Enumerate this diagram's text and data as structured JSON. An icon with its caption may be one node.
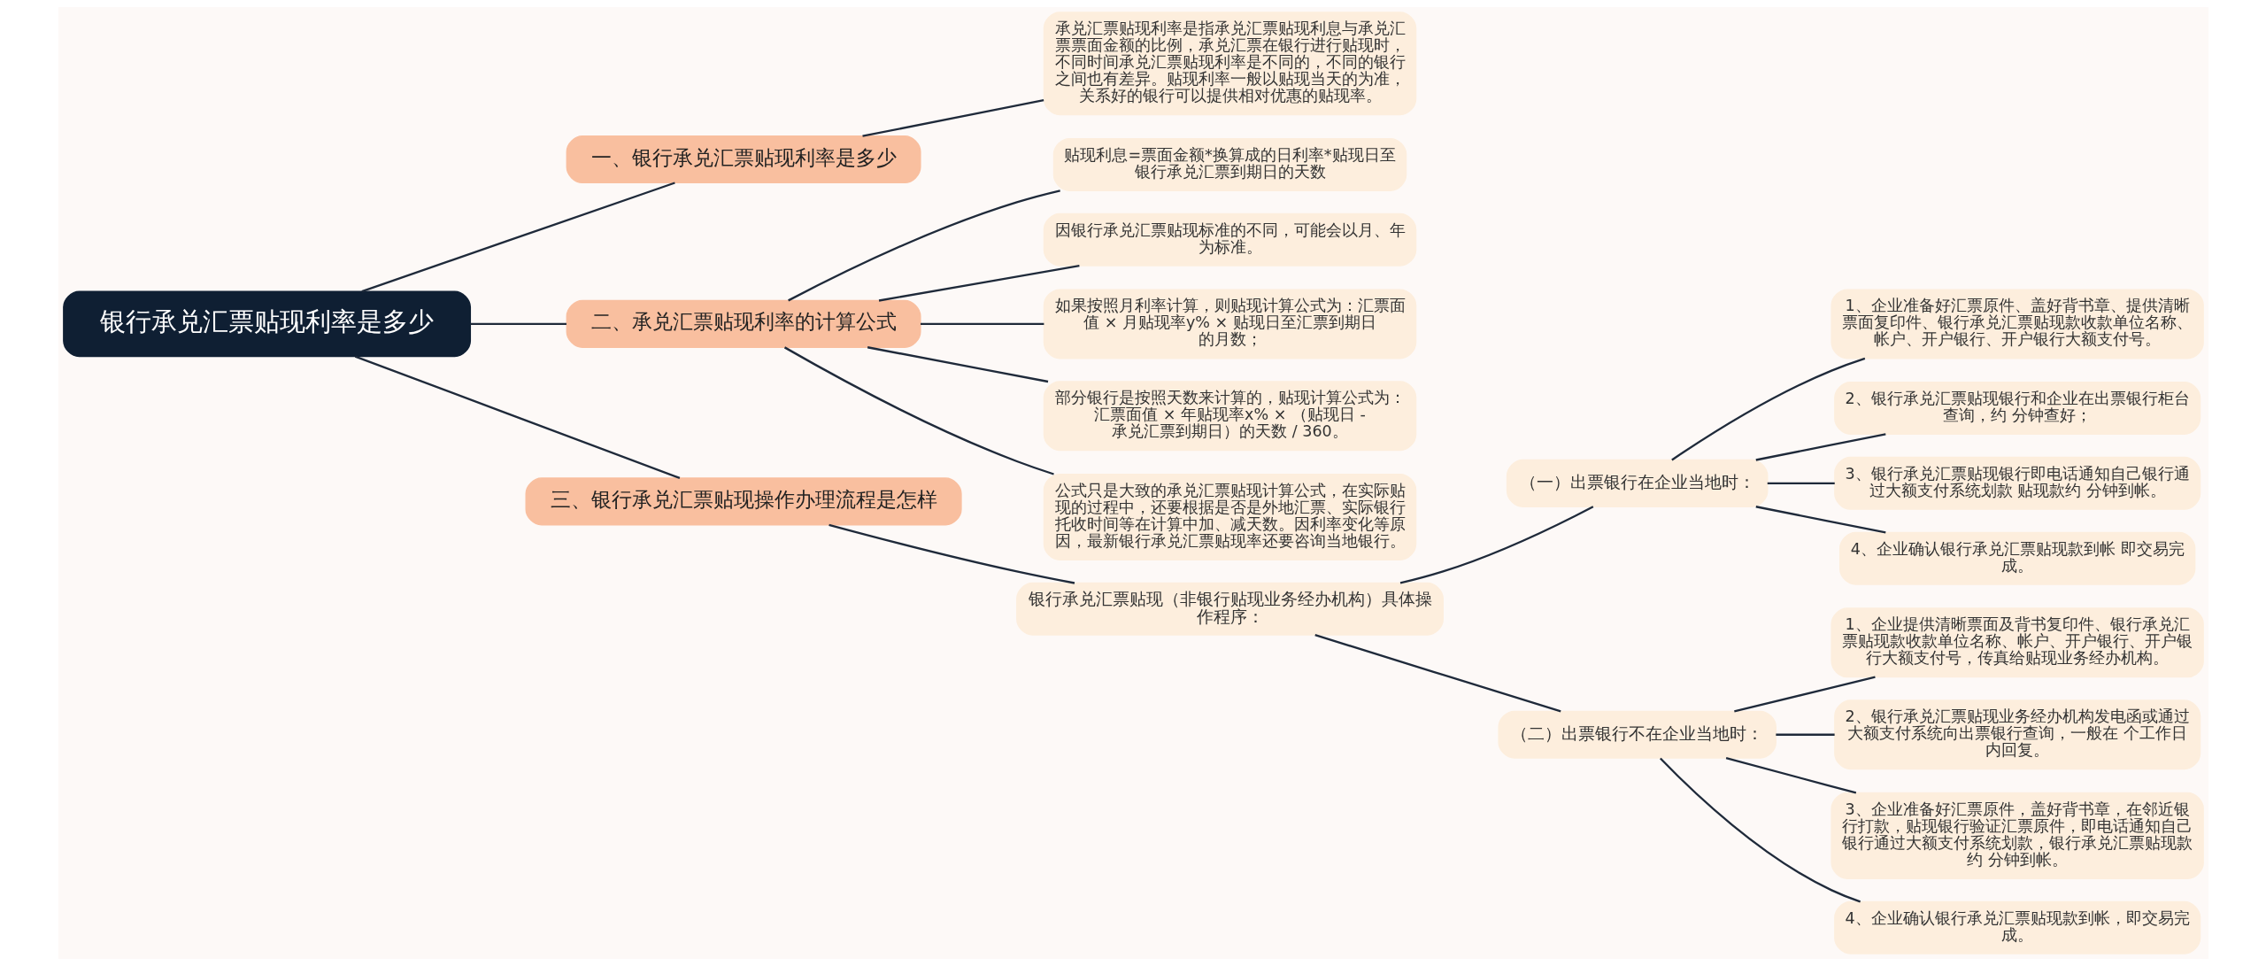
{
  "diagram": {
    "nodes": [
      {
        "text": [
          "银行承兑汇票贴现利率是多少"
        ]
      },
      {
        "text": [
          "一、银行承兑汇票贴现利率是多少"
        ]
      },
      {
        "text": [
          "承兑汇票贴现利率是指承兑汇票贴现利息与承兑汇票票面金额的比例，承兑汇票在银行进行贴现时，不同时间承兑汇票贴现利率是不同的，不同的银行之间也有差异。贴现利率一般以贴现当天的为准，关系好的银行可以提供相对优惠的贴现率。"
        ]
      },
      {
        "text": [
          "二、承兑汇票贴现利率的计算公式"
        ]
      },
      {
        "text": [
          "贴现利息=票面金额*换算成的日利率*贴现日至银行承兑汇票到期日的天数"
        ]
      },
      {
        "text": [
          "因银行承兑汇票贴现标准的不同，可能会以月、年为标准。"
        ]
      },
      {
        "text": [
          "如果按照月利率计算，则贴现计算公式为：汇票面值 × 月贴现率y% × 贴现日至汇票到期日的月数；"
        ]
      },
      {
        "text": [
          "部分银行是按照天数来计算的，贴现计算公式为：汇票面值 × 年贴现率x% × （贴现日 - 承兑汇票到期日）的天数 / 360。"
        ]
      },
      {
        "text": [
          "公式只是大致的承兑汇票贴现计算公式，在实际贴现的过程中，还要根据是否是外地汇票、实际银行托收时间等在计算中加、减天数。因利率变化等原因，最新银行承兑汇票贴现率还要咨询当地银行。"
        ]
      },
      {
        "text": [
          "三、银行承兑汇票贴现操作办理流程是怎样"
        ]
      },
      {
        "text": [
          "银行承兑汇票贴现（非银行贴现业务经办机构）具体操作程序："
        ]
      },
      {
        "text": [
          "（一）出票银行在企业当地时："
        ]
      },
      {
        "text": [
          "1、企业准备好汇票原件、盖好背书章、提供清晰票面复印件、银行承兑汇票贴现款收款单位名称、帐户、开户银行、开户银行大额支付号。"
        ]
      },
      {
        "text": [
          "2、银行承兑汇票贴现银行和企业在出票银行柜台查询，约 分钟查好；"
        ]
      },
      {
        "text": [
          "3、银行承兑汇票贴现银行即电话通知自己银行通过大额支付系统划款 贴现款约 分钟到帐。"
        ]
      },
      {
        "text": [
          "4、企业确认银行承兑汇票贴现款到帐 即交易完成。"
        ]
      },
      {
        "text": [
          "（二）出票银行不在企业当地时："
        ]
      },
      {
        "text": [
          "1、企业提供清晰票面及背书复印件、银行承兑汇票贴现款收款单位名称、帐户、开户银行、开户银行大额支付号，传真给贴现业务经办机构。"
        ]
      },
      {
        "text": [
          "2、银行承兑汇票贴现业务经办机构发电函或通过大额支付系统向出票银行查询，一般在 个工作日内回复。"
        ]
      },
      {
        "text": [
          "3、企业准备好汇票原件，盖好背书章，在邻近银行打款，贴现银行验证汇票原件，即电话通知自己银行通过大额支付系统划款，银行承兑汇票贴现款约 分钟到帐。"
        ]
      },
      {
        "text": [
          "4、企业确认银行承兑汇票贴现款到帐，即交易完成。"
        ]
      }
    ],
    "edges": [
      {
        "from": 0,
        "to": 1,
        "arrow": "none"
      },
      {
        "from": 1,
        "to": 2,
        "arrow": "none"
      },
      {
        "from": 0,
        "to": 3,
        "arrow": "none"
      },
      {
        "from": 3,
        "to": 4,
        "arrow": "none"
      },
      {
        "from": 3,
        "to": 5,
        "arrow": "none"
      },
      {
        "from": 3,
        "to": 6,
        "arrow": "none"
      },
      {
        "from": 3,
        "to": 7,
        "arrow": "none"
      },
      {
        "from": 3,
        "to": 8,
        "arrow": "none"
      },
      {
        "from": 0,
        "to": 9,
        "arrow": "none"
      },
      {
        "from": 9,
        "to": 10,
        "arrow": "none"
      },
      {
        "from": 10,
        "to": 11,
        "arrow": "none"
      },
      {
        "from": 11,
        "to": 12,
        "arrow": "none"
      },
      {
        "from": 11,
        "to": 13,
        "arrow": "none"
      },
      {
        "from": 11,
        "to": 14,
        "arrow": "none"
      },
      {
        "from": 11,
        "to": 15,
        "arrow": "none"
      },
      {
        "from": 10,
        "to": 16,
        "arrow": "none"
      },
      {
        "from": 16,
        "to": 17,
        "arrow": "none"
      },
      {
        "from": 16,
        "to": 18,
        "arrow": "none"
      },
      {
        "from": 16,
        "to": 19,
        "arrow": "none"
      },
      {
        "from": 16,
        "to": 20,
        "arrow": "none"
      }
    ]
  }
}
